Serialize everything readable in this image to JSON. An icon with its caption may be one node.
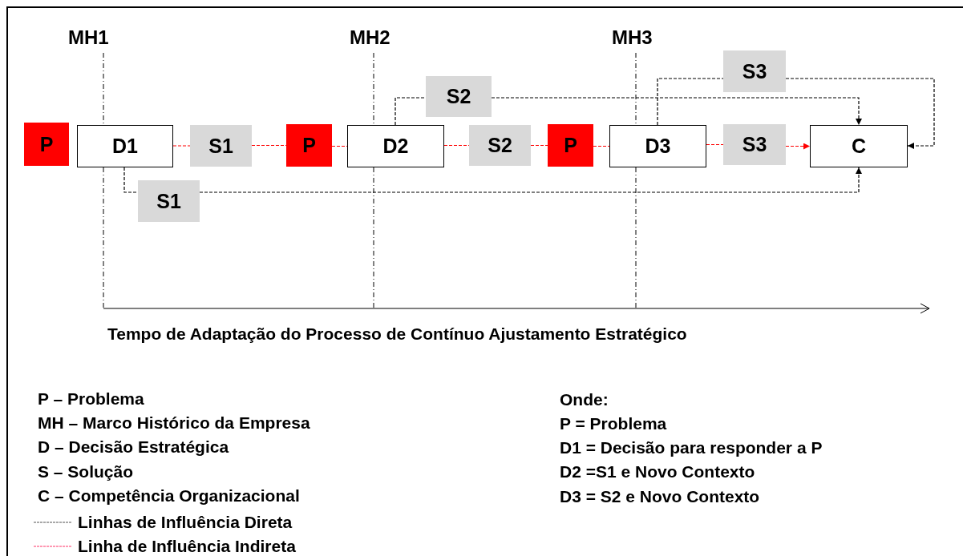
{
  "diagram": {
    "nodes": [
      {
        "text": [
          "P"
        ]
      },
      {
        "text": [
          "D1"
        ]
      },
      {
        "text": [
          "S1"
        ]
      },
      {
        "text": [
          "P"
        ]
      },
      {
        "text": [
          "D2"
        ]
      },
      {
        "text": [
          "S2"
        ]
      },
      {
        "text": [
          "P"
        ]
      },
      {
        "text": [
          "D3"
        ]
      },
      {
        "text": [
          "S3"
        ]
      },
      {
        "text": [
          "C"
        ]
      },
      {
        "text": [
          "S2"
        ]
      },
      {
        "text": [
          "S3"
        ]
      },
      {
        "text": [
          "S1"
        ]
      }
    ],
    "edges": [
      {
        "from": 1,
        "to": 2,
        "arrow": "none",
        "style": "dashed",
        "color": "#ff0000"
      },
      {
        "from": 2,
        "to": 3,
        "arrow": "none",
        "style": "dashed",
        "color": "#ff0000"
      },
      {
        "from": 3,
        "to": 4,
        "arrow": "none",
        "style": "dashed",
        "color": "#ff0000"
      },
      {
        "from": 4,
        "to": 5,
        "arrow": "none",
        "style": "dashed",
        "color": "#ff0000"
      },
      {
        "from": 5,
        "to": 6,
        "arrow": "none",
        "style": "dashed",
        "color": "#ff0000"
      },
      {
        "from": 6,
        "to": 7,
        "arrow": "none",
        "style": "dashed",
        "color": "#ff0000"
      },
      {
        "from": 7,
        "to": 8,
        "arrow": "none",
        "style": "dashed",
        "color": "#ff0000"
      },
      {
        "from": 8,
        "to": 9,
        "arrow": "to",
        "style": "dashed",
        "color": "#ff0000"
      },
      {
        "from": 1,
        "to": 12,
        "arrow": "none",
        "style": "dashed",
        "color": "#000000"
      },
      {
        "from": 12,
        "to": 9,
        "arrow": "to",
        "style": "dashed",
        "color": "#000000"
      },
      {
        "from": 4,
        "to": 10,
        "arrow": "none",
        "style": "dashed",
        "color": "#000000"
      },
      {
        "from": 10,
        "to": 9,
        "arrow": "to",
        "style": "dashed",
        "color": "#000000"
      },
      {
        "from": 7,
        "to": 11,
        "arrow": "none",
        "style": "dashed",
        "color": "#000000"
      },
      {
        "from": 11,
        "to": 9,
        "arrow": "to",
        "style": "dashed",
        "color": "#000000"
      }
    ],
    "labels": [
      "MH1",
      "MH2",
      "MH3",
      "Tempo de Adaptação do Processo de Contínuo Ajustamento Estratégico",
      "P – Problema",
      "MH – Marco Histórico da Empresa",
      "D – Decisão Estratégica",
      "S – Solução",
      "C – Competência Organizacional",
      "Onde:",
      "P = Problema",
      "D1 = Decisão para responder a P",
      "D2 =S1 e Novo Contexto",
      "D3 = S2 e Novo Contexto"
    ],
    "legend": [
      {
        "text": "Linhas de Influência Direta"
      },
      {
        "text": "Linha de Influência Indireta"
      }
    ]
  }
}
